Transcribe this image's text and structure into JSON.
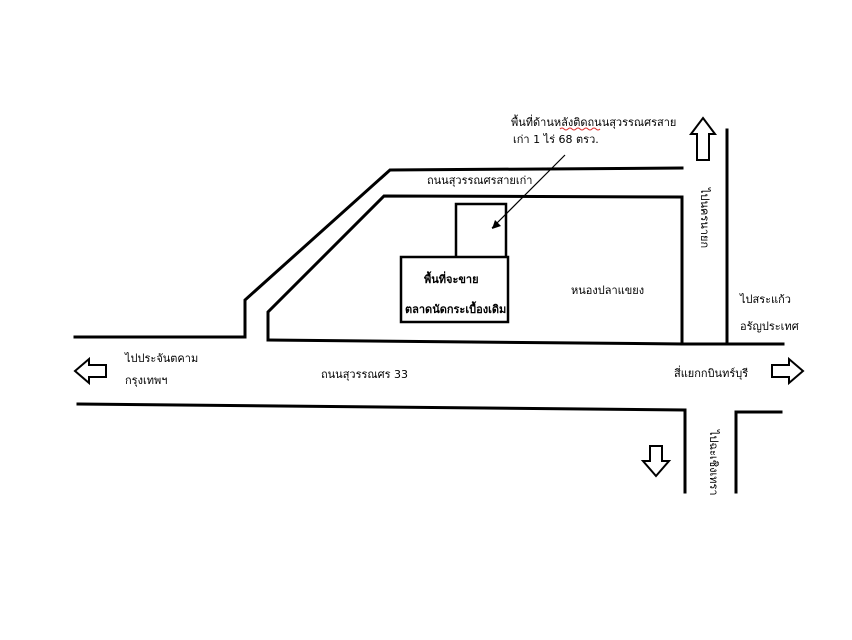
{
  "map": {
    "callout_line1": "พื้นที่ด้านหลังติดถนนสุวรรณศรสาย",
    "callout_line2": "เก่า 1 ไร่ 68 ตรว.",
    "old_road": "ถนนสุวรรณศรสายเก่า",
    "sale_area_line1": "พื้นที่จะขาย",
    "sale_area_line2": "ตลาดนัดกระเบื้องเดิม",
    "area_name": "หนองปลาแขยง",
    "to_north": "ไปนครนายก",
    "to_east_line1": "ไปสระแก้ว",
    "to_east_line2": "อรัญประเทศ",
    "to_west_line1": "ไปประจันตคาม",
    "to_west_line2": "กรุงเทพฯ",
    "main_road": "ถนนสุวรรณศร 33",
    "junction": "สี่แยกกบินทร์บุรี",
    "to_south": "ไปฉะเชิงเทรา"
  },
  "colors": {
    "lines": "#000000",
    "spellcheck_underline": "#e03030"
  }
}
